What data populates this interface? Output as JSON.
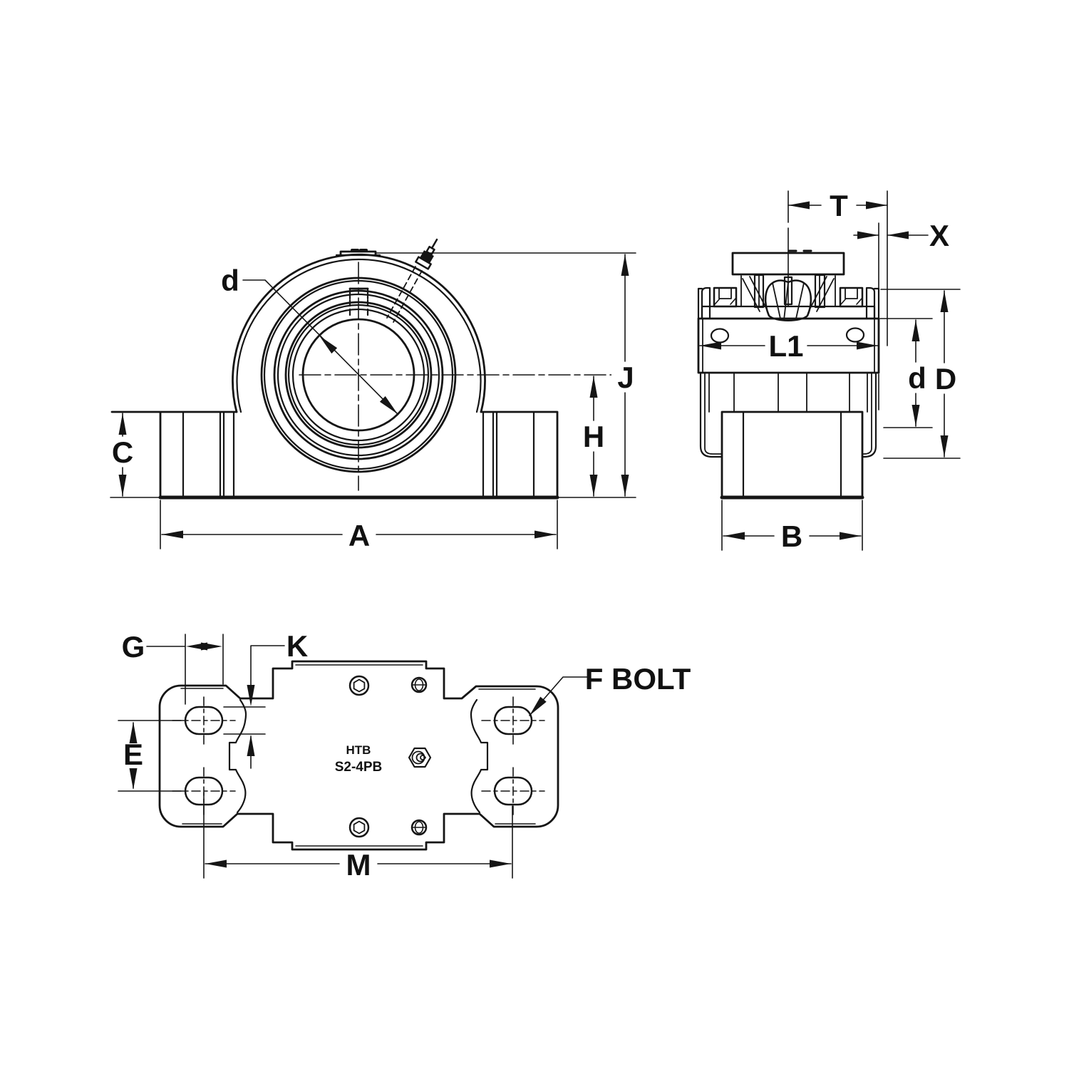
{
  "part": {
    "series": "HTB",
    "model": "S2-4PB"
  },
  "views": {
    "front": {
      "labels": {
        "d": "d",
        "j": "J",
        "h": "H",
        "c": "C",
        "a": "A"
      }
    },
    "side": {
      "labels": {
        "t": "T",
        "x": "X",
        "l1": "L1",
        "d": "d",
        "dbig": "D",
        "b": "B"
      }
    },
    "plan": {
      "labels": {
        "g": "G",
        "k": "K",
        "e": "E",
        "m": "M",
        "f_bolt": "F BOLT"
      }
    }
  },
  "colors": {
    "line": "#151515",
    "background": "#ffffff"
  }
}
